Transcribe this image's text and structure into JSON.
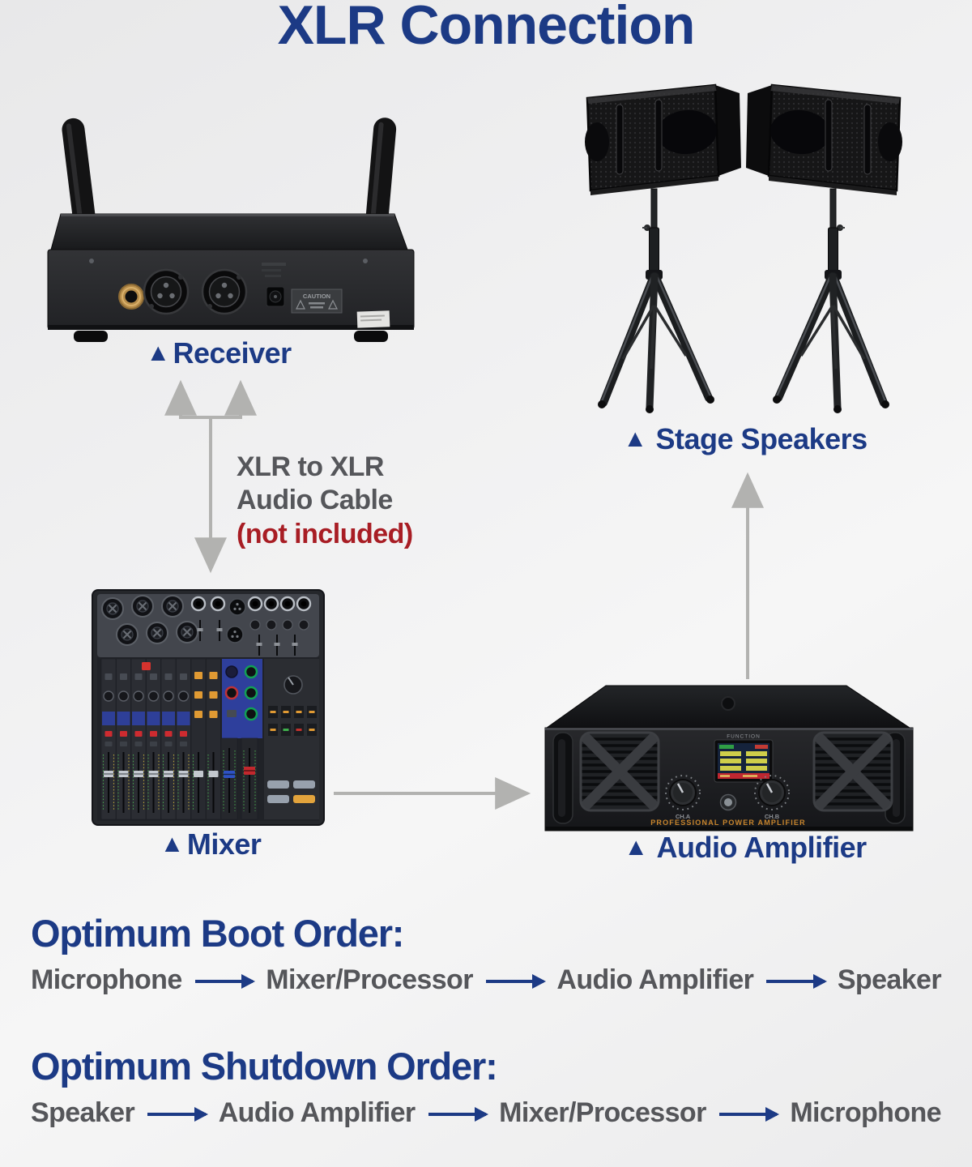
{
  "title": "XLR Connection",
  "labels": {
    "marker": "▲",
    "receiver": "Receiver",
    "stage_speakers": "Stage Speakers",
    "mixer": "Mixer",
    "audio_amplifier": "Audio Amplifier"
  },
  "cable_note": {
    "line1": "XLR to XLR",
    "line2": "Audio Cable",
    "line3": "(not included)"
  },
  "amplifier_panel": {
    "screen_title": "FUNCTION",
    "brand": "PROFESSIONAL POWER AMPLIFIER",
    "knob_a": "CH.A",
    "knob_b": "CH.B"
  },
  "receiver_panel": {
    "caution": "CAUTION"
  },
  "boot_order": {
    "title": "Optimum Boot Order:",
    "steps": [
      "Microphone",
      "Mixer/Processor",
      "Audio Amplifier",
      "Speaker"
    ]
  },
  "shutdown_order": {
    "title": "Optimum Shutdown Order:",
    "steps": [
      "Speaker",
      "Audio Amplifier",
      "Mixer/Processor",
      "Microphone"
    ]
  },
  "colors": {
    "heading_navy": "#1c3a85",
    "body_gray": "#55565a",
    "warn_red": "#a81d24",
    "connector_gray": "#b2b2b0"
  }
}
